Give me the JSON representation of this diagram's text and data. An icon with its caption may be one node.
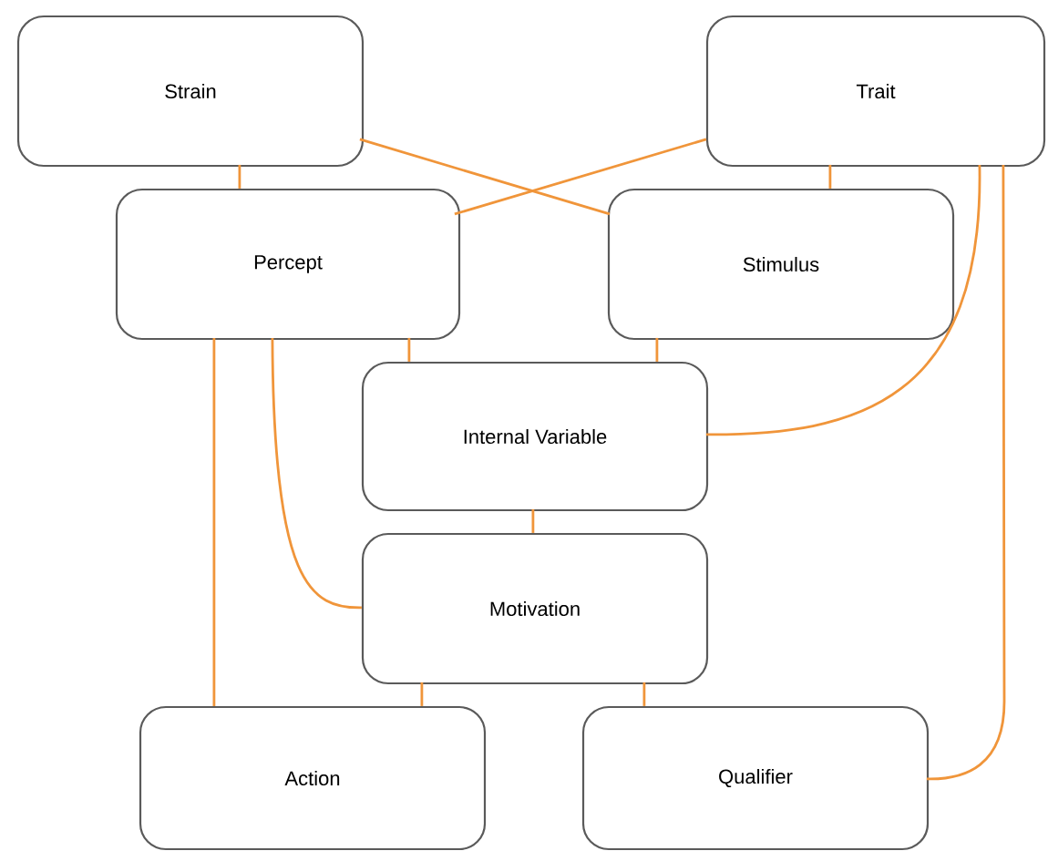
{
  "diagram": {
    "nodes": [
      {
        "text": [
          "Strain"
        ]
      },
      {
        "text": [
          "Trait"
        ]
      },
      {
        "text": [
          "Percept"
        ]
      },
      {
        "text": [
          "Stimulus"
        ]
      },
      {
        "text": [
          "Internal Variable"
        ]
      },
      {
        "text": [
          "Motivation"
        ]
      },
      {
        "text": [
          "Action"
        ]
      },
      {
        "text": [
          "Qualifier"
        ]
      }
    ],
    "edges": [
      {
        "from": 0,
        "to": 2,
        "arrow": "none"
      },
      {
        "from": 0,
        "to": 3,
        "arrow": "none"
      },
      {
        "from": 1,
        "to": 2,
        "arrow": "none"
      },
      {
        "from": 1,
        "to": 3,
        "arrow": "none"
      },
      {
        "from": 1,
        "to": 4,
        "arrow": "none"
      },
      {
        "from": 1,
        "to": 7,
        "arrow": "none"
      },
      {
        "from": 2,
        "to": 4,
        "arrow": "none"
      },
      {
        "from": 3,
        "to": 4,
        "arrow": "none"
      },
      {
        "from": 2,
        "to": 5,
        "arrow": "none"
      },
      {
        "from": 2,
        "to": 6,
        "arrow": "none"
      },
      {
        "from": 4,
        "to": 5,
        "arrow": "none"
      },
      {
        "from": 5,
        "to": 6,
        "arrow": "none"
      },
      {
        "from": 5,
        "to": 7,
        "arrow": "none"
      }
    ]
  }
}
